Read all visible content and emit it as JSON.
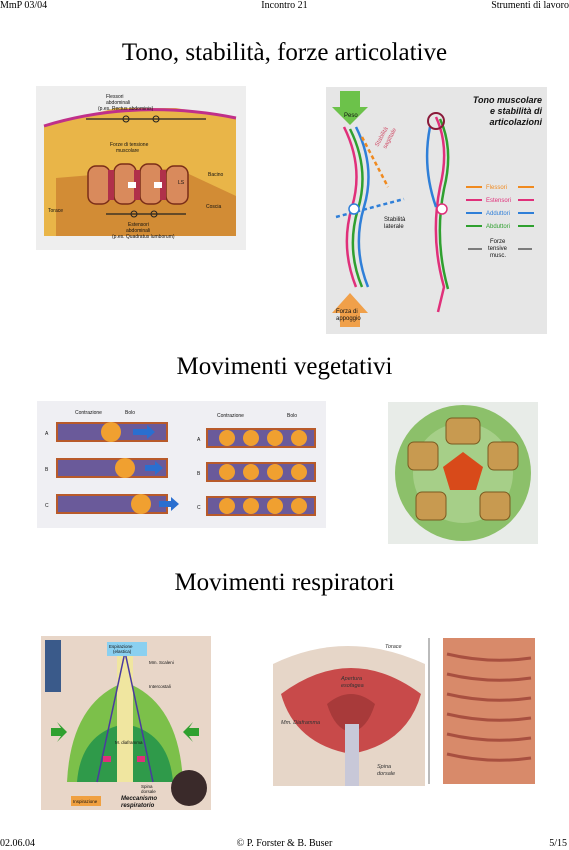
{
  "header": {
    "left": "MmP 03/04",
    "center": "Incontro 21",
    "right": "Strumenti di lavoro"
  },
  "sections": [
    {
      "title": "Tono, stabilità, forze articolative"
    },
    {
      "title": "Movimenti vegetativi"
    },
    {
      "title": "Movimenti respiratori"
    }
  ],
  "fig1": {
    "flessori": "Flessori",
    "flessori2": "abdominali",
    "flessori3": "(p.es. Rectus abdominis)",
    "forze": "Forze di tensione",
    "forze2": "muscolare",
    "bacino": "Bacino",
    "coscia": "Coscia",
    "torace": "Torace",
    "ls": "LS",
    "estensori": "Estensori",
    "estensori2": "abdominali",
    "estensori3": "(p.es. Quadratus lumborum)"
  },
  "fig2": {
    "peso": "Peso",
    "stab_sag": "Stabilità",
    "stab_sag2": "sagittale",
    "stab_lat": "Stabilità",
    "stab_lat2": "laterale",
    "forza": "Forza di",
    "forza2": "appoggio",
    "heading1": "Tono muscolare",
    "heading2": "e stabilità di",
    "heading3": "articolazioni",
    "legend": [
      "Flessori",
      "Estensori",
      "Adduttori",
      "Abduttori"
    ],
    "forze1": "Forze",
    "forze2": "tensive",
    "forze3": "musc.",
    "colors": {
      "flessori": "#f08a1f",
      "estensori": "#e0307a",
      "adduttori": "#2f7fd8",
      "abduttori": "#2fa02f"
    }
  },
  "fig3": {
    "contrazione": "Contrazione",
    "bolo": "Bolo",
    "rows": [
      "A",
      "B",
      "C"
    ]
  },
  "fig5": {
    "box1": "Espirazione",
    "box1b": "(elastica)",
    "mm_scaleni": "Mm. Scaleni",
    "intercostali": "Intercostali",
    "diaframma": "M. diaframma",
    "spina": "Spina",
    "spina2": "dorsale",
    "box2": "Inspirazione",
    "mecc1": "Meccanismo",
    "mecc2": "respiratorio"
  },
  "fig6": {
    "torace": "Torace",
    "apertura": "Apertura",
    "apertura2": "esofagea",
    "mm": "Mm. Diaframma",
    "spina": "Spina",
    "spina2": "dorsale"
  },
  "footer": {
    "left": "02.06.04",
    "center": "© P. Forster & B. Buser",
    "right": "5/15"
  }
}
